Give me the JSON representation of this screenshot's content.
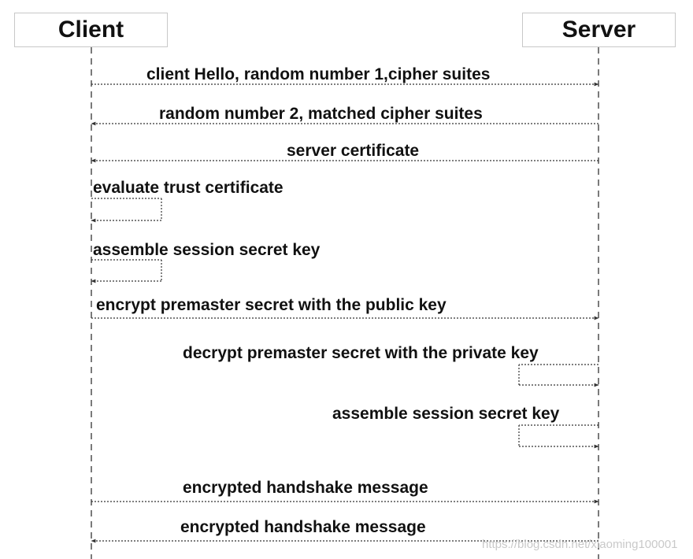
{
  "actors": {
    "client": "Client",
    "server": "Server"
  },
  "messages": [
    {
      "label": "client Hello, random number 1,cipher suites",
      "direction": "client-to-server"
    },
    {
      "label": "random number 2, matched cipher suites",
      "direction": "server-to-client"
    },
    {
      "label": "server certificate",
      "direction": "server-to-client"
    },
    {
      "label": "evaluate trust certificate",
      "direction": "client-self"
    },
    {
      "label": "assemble session secret key",
      "direction": "client-self"
    },
    {
      "label": "encrypt premaster secret with the public key",
      "direction": "client-to-server"
    },
    {
      "label": "decrypt premaster secret with the private key",
      "direction": "server-self"
    },
    {
      "label": "assemble session secret key",
      "direction": "server-self"
    },
    {
      "label": "encrypted handshake message",
      "direction": "client-to-server"
    },
    {
      "label": "encrypted handshake message",
      "direction": "server-to-client"
    }
  ],
  "watermark": "https://blog.csdn.net/xiaoming100001",
  "colors": {
    "text": "#111111",
    "line": "#333333",
    "box_border": "#c8c8c8",
    "watermark": "#c9c9c9"
  }
}
